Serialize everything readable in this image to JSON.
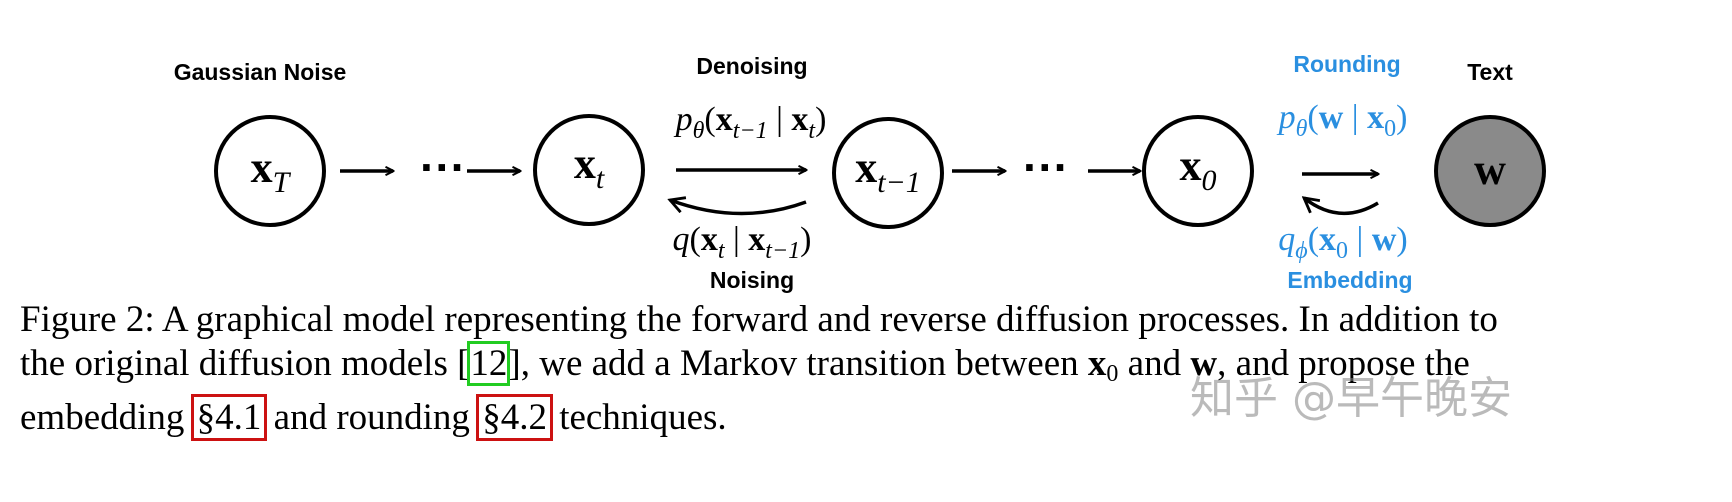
{
  "labels": {
    "gaussian_noise": "Gaussian Noise",
    "denoising": "Denoising",
    "noising": "Noising",
    "rounding": "Rounding",
    "embedding": "Embedding",
    "text": "Text"
  },
  "nodes": {
    "xT": {
      "main": "x",
      "sub": "T"
    },
    "xt": {
      "main": "x",
      "sub": "t"
    },
    "xt1": {
      "main": "x",
      "sub": "t−1"
    },
    "x0": {
      "main": "x",
      "sub": "0"
    },
    "w": {
      "main": "w"
    }
  },
  "formulas": {
    "p_theta_denoise": {
      "p": "p",
      "theta": "θ",
      "open": "(",
      "x1": "x",
      "x1sub": "t−1",
      "bar": " | ",
      "x2": "x",
      "x2sub": "t",
      "close": ")"
    },
    "q_noise": {
      "q": "q",
      "open": "(",
      "x1": "x",
      "x1sub": "t",
      "bar": " | ",
      "x2": "x",
      "x2sub": "t−1",
      "close": ")"
    },
    "p_theta_round": {
      "p": "p",
      "theta": "θ",
      "open": "(",
      "w": "w",
      "bar": " | ",
      "x": "x",
      "xsub": "0",
      "close": ")"
    },
    "q_phi_embed": {
      "q": "q",
      "phi": "ϕ",
      "open": "(",
      "x": "x",
      "xsub": "0",
      "bar": " | ",
      "w": "w",
      "close": ")"
    }
  },
  "ellipsis": "···",
  "caption": {
    "line1": "Figure 2:  A graphical model representing the forward and reverse diffusion processes. In addition to",
    "line2_a": "the original diffusion models [",
    "line2_ref": "12",
    "line2_b": "], we add a Markov transition between ",
    "line2_x": "x",
    "line2_xsub": "0",
    "line2_c": " and ",
    "line2_w": "w",
    "line2_d": ", and propose the",
    "line3_a": "embedding ",
    "line3_ref1": "§4.1",
    "line3_b": " and rounding ",
    "line3_ref2": "§4.2",
    "line3_c": " techniques."
  },
  "watermark": "知乎 @早午晚安",
  "colors": {
    "blue": "#2a8fe0",
    "node_fill_w": "#8a8a8a",
    "black": "#000000"
  }
}
